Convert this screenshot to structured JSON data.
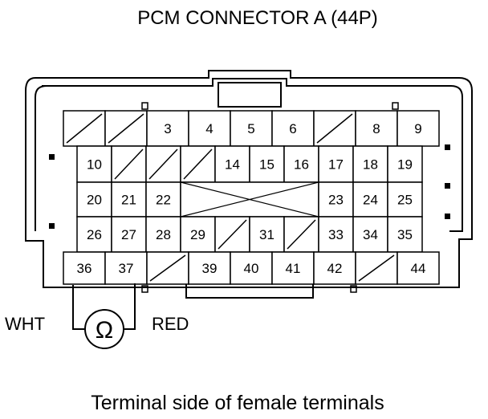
{
  "title": "PCM CONNECTOR A (44P)",
  "caption": "Terminal side of female terminals",
  "probe": {
    "left_wire": "WHT",
    "right_wire": "RED",
    "meter_symbol": "Ω"
  },
  "connector": {
    "row1": [
      {
        "kind": "empty"
      },
      {
        "kind": "empty"
      },
      {
        "kind": "term",
        "label": "3"
      },
      {
        "kind": "term",
        "label": "4"
      },
      {
        "kind": "term",
        "label": "5"
      },
      {
        "kind": "term",
        "label": "6"
      },
      {
        "kind": "empty"
      },
      {
        "kind": "term",
        "label": "8"
      },
      {
        "kind": "term",
        "label": "9"
      }
    ],
    "row2": [
      {
        "kind": "term",
        "label": "10"
      },
      {
        "kind": "empty"
      },
      {
        "kind": "empty"
      },
      {
        "kind": "empty"
      },
      {
        "kind": "term",
        "label": "14"
      },
      {
        "kind": "term",
        "label": "15"
      },
      {
        "kind": "term",
        "label": "16"
      },
      {
        "kind": "term",
        "label": "17"
      },
      {
        "kind": "term",
        "label": "18"
      },
      {
        "kind": "term",
        "label": "19"
      }
    ],
    "row3": [
      {
        "kind": "term",
        "label": "20"
      },
      {
        "kind": "term",
        "label": "21"
      },
      {
        "kind": "term",
        "label": "22"
      },
      {
        "kind": "cross"
      },
      {
        "kind": "term",
        "label": "23"
      },
      {
        "kind": "term",
        "label": "24"
      },
      {
        "kind": "term",
        "label": "25"
      }
    ],
    "row4": [
      {
        "kind": "term",
        "label": "26"
      },
      {
        "kind": "term",
        "label": "27"
      },
      {
        "kind": "term",
        "label": "28"
      },
      {
        "kind": "term",
        "label": "29"
      },
      {
        "kind": "empty"
      },
      {
        "kind": "term",
        "label": "31"
      },
      {
        "kind": "empty"
      },
      {
        "kind": "term",
        "label": "33"
      },
      {
        "kind": "term",
        "label": "34"
      },
      {
        "kind": "term",
        "label": "35"
      }
    ],
    "row5": [
      {
        "kind": "term",
        "label": "36"
      },
      {
        "kind": "term",
        "label": "37"
      },
      {
        "kind": "empty"
      },
      {
        "kind": "term",
        "label": "39"
      },
      {
        "kind": "term",
        "label": "40"
      },
      {
        "kind": "term",
        "label": "41"
      },
      {
        "kind": "term",
        "label": "42"
      },
      {
        "kind": "empty"
      },
      {
        "kind": "term",
        "label": "44"
      }
    ]
  }
}
